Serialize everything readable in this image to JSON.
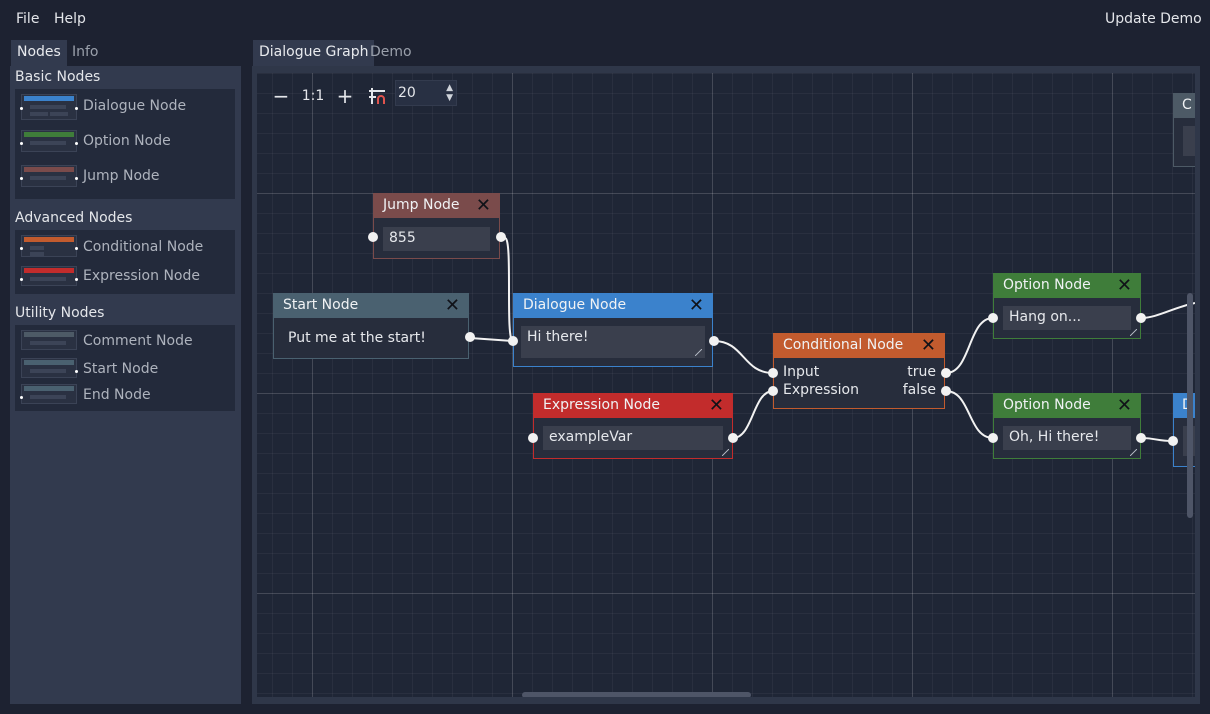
{
  "menubar": {
    "file": "File",
    "help": "Help",
    "update": "Update Demo"
  },
  "left_tabs": [
    {
      "label": "Nodes"
    },
    {
      "label": "Info"
    }
  ],
  "graph_tabs": [
    {
      "label": "Dialogue Graph"
    },
    {
      "label": "Demo"
    }
  ],
  "palette": {
    "basic_title": "Basic Nodes",
    "advanced_title": "Advanced Nodes",
    "utility_title": "Utility Nodes",
    "basic": [
      {
        "label": "Dialogue Node"
      },
      {
        "label": "Option Node"
      },
      {
        "label": "Jump Node"
      }
    ],
    "advanced": [
      {
        "label": "Conditional Node"
      },
      {
        "label": "Expression Node"
      }
    ],
    "utility": [
      {
        "label": "Comment Node"
      },
      {
        "label": "Start Node"
      },
      {
        "label": "End Node"
      }
    ]
  },
  "toolbar": {
    "zoom_out": "−",
    "zoom_reset": "1:1",
    "zoom_in": "+",
    "snap_value": "20"
  },
  "nodes": {
    "jump": {
      "title": "Jump Node",
      "value": "855",
      "close": "✕"
    },
    "start": {
      "title": "Start Node",
      "text": "Put me at the start!",
      "close": "✕"
    },
    "dialogue": {
      "title": "Dialogue Node",
      "value": "Hi there!",
      "close": "✕"
    },
    "conditional": {
      "title": "Conditional Node",
      "input": "Input",
      "expression": "Expression",
      "true_label": "true",
      "false_label": "false",
      "close": "✕"
    },
    "expression": {
      "title": "Expression Node",
      "value": "exampleVar",
      "close": "✕"
    },
    "option1": {
      "title": "Option Node",
      "value": "Hang on...",
      "close": "✕"
    },
    "option2": {
      "title": "Option Node",
      "value": "Oh, Hi there!",
      "close": "✕"
    },
    "edge_top": {
      "title": "C"
    },
    "edge_bottom": {
      "title": "D"
    }
  },
  "colors": {
    "dialogue": "#3b82cc",
    "option": "#3f7d3a",
    "jump": "#7a4b4b",
    "conditional": "#c25b2e",
    "expression": "#c22c2c",
    "start": "#4a6170",
    "comment": "#4d5a66",
    "end": "#4a6170"
  }
}
